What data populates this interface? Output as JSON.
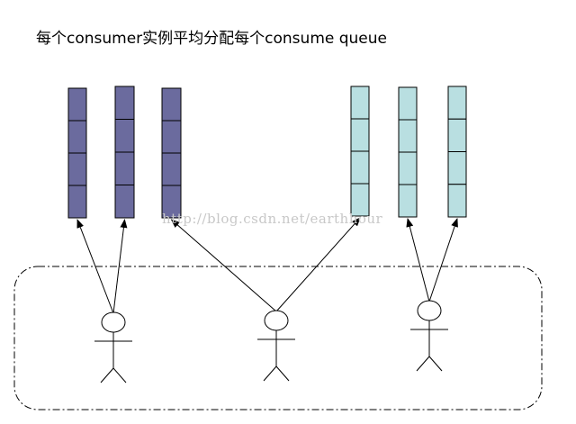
{
  "title": "每个consumer实例平均分配每个consume queue",
  "watermark": "http://blog.csdn.net/earthhour",
  "colors": {
    "queue_group_1": "#6b6b9e",
    "queue_group_2": "#b9dfe1",
    "stroke": "#000000",
    "watermark": "#c8c8c8"
  },
  "queues": [
    {
      "group": 1,
      "cells": 4
    },
    {
      "group": 1,
      "cells": 4
    },
    {
      "group": 1,
      "cells": 4
    },
    {
      "group": 2,
      "cells": 4
    },
    {
      "group": 2,
      "cells": 4
    },
    {
      "group": 2,
      "cells": 4
    }
  ],
  "consumers": [
    {
      "icon": "stick-figure",
      "targets": [
        0,
        1
      ]
    },
    {
      "icon": "stick-figure",
      "targets": [
        2,
        3
      ]
    },
    {
      "icon": "stick-figure",
      "targets": [
        4,
        5
      ]
    }
  ],
  "group_boundary": "dash-dot rounded rectangle"
}
